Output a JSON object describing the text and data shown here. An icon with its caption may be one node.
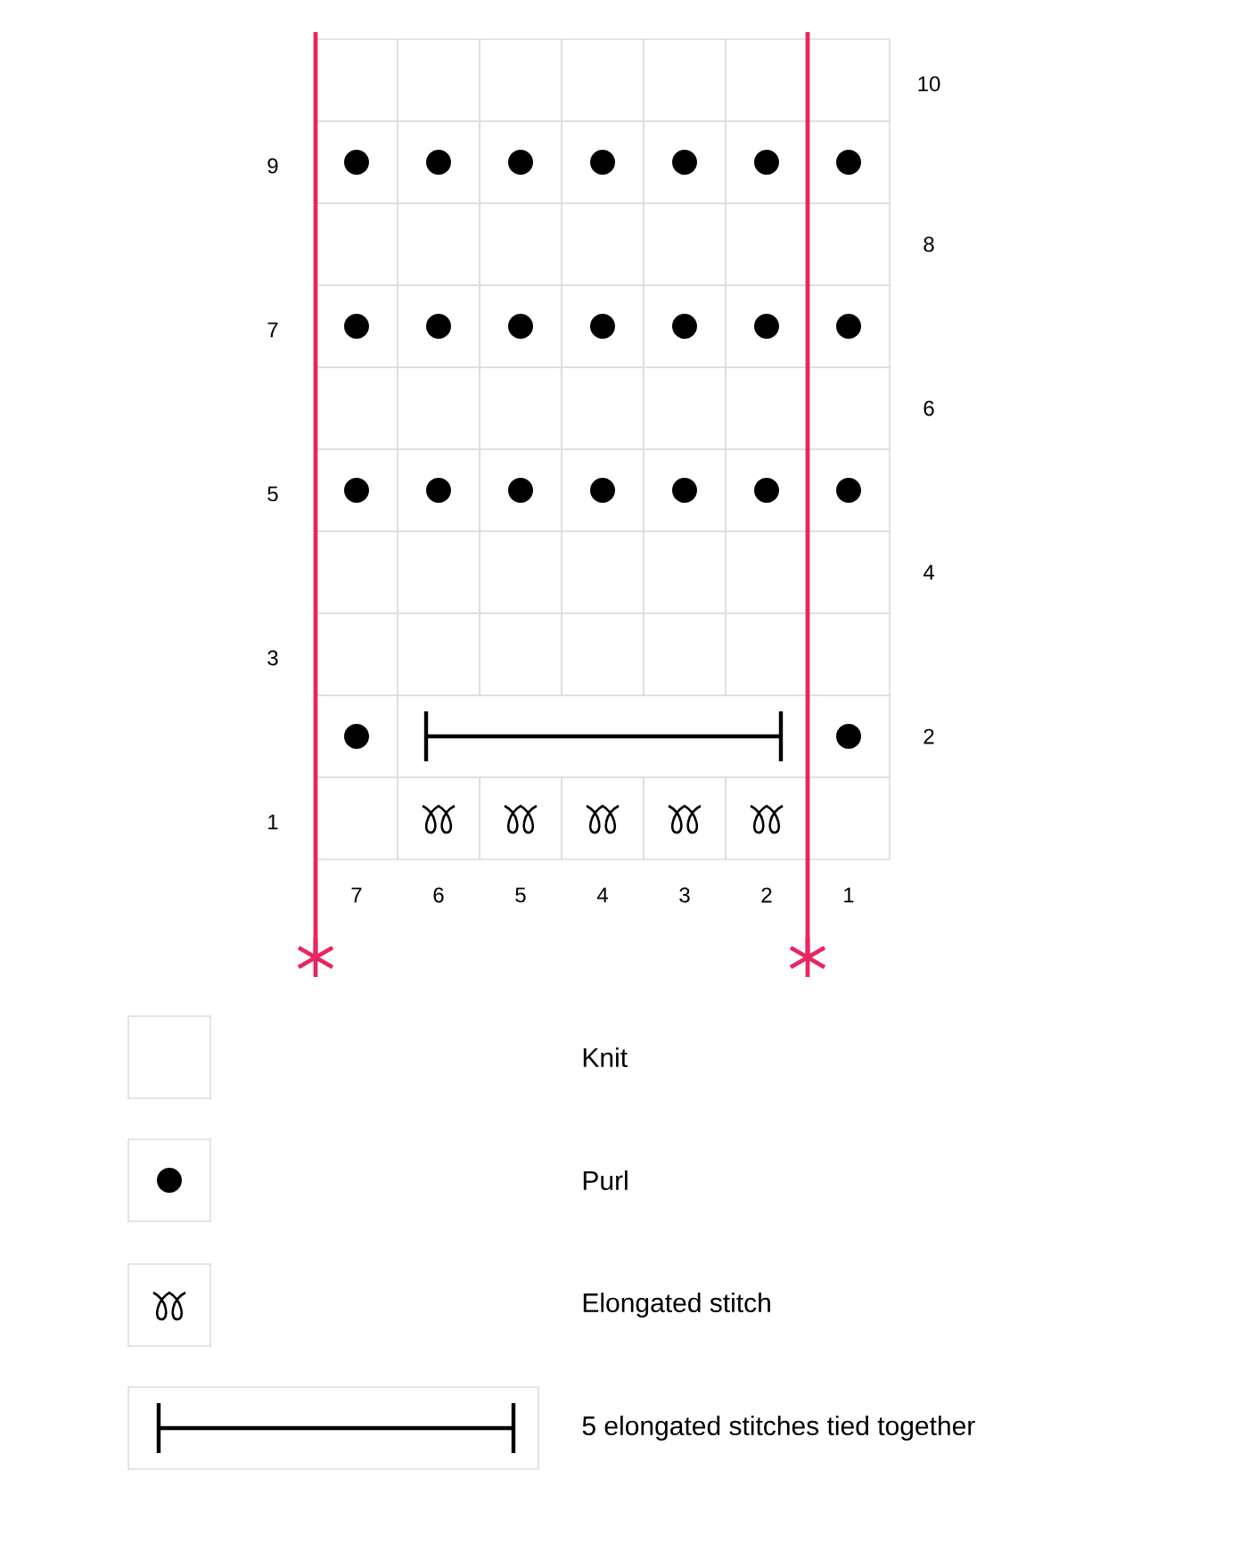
{
  "diagram": {
    "labels": [
      "10",
      "9",
      "8",
      "7",
      "6",
      "5",
      "4",
      "3",
      "2",
      "1",
      "7",
      "6",
      "5",
      "4",
      "3",
      "2",
      "1"
    ],
    "legend": [
      {
        "text": "Knit"
      },
      {
        "text": "Purl"
      },
      {
        "text": "Elongated stitch"
      },
      {
        "text": "5 elongated stitches tied together"
      }
    ]
  }
}
